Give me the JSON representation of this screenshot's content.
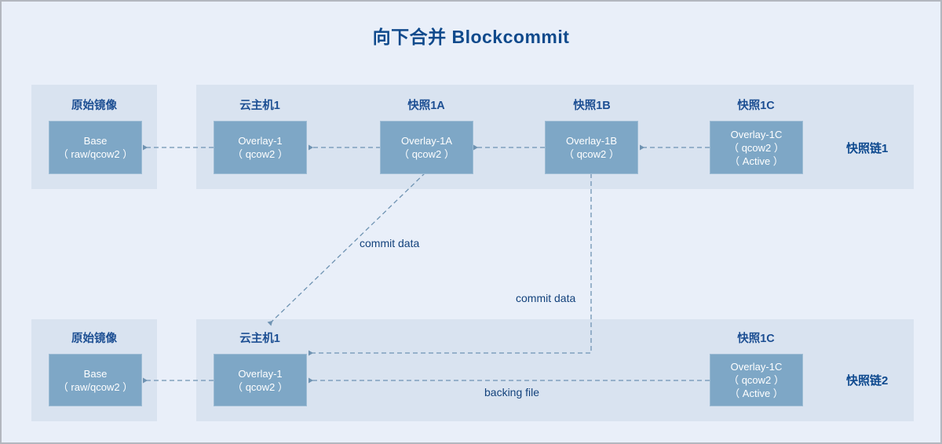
{
  "title": "向下合并 Blockcommit",
  "colors": {
    "page_bg": "#e9eff9",
    "panel_bg": "#d9e3f0",
    "node_fill": "#7ea7c6",
    "node_border": "#9dbcd4",
    "title_color": "#104a8c",
    "caption_color": "#1d4f93",
    "edge_color": "#6f93b2",
    "frame_border": "#b3b7bf"
  },
  "chains": [
    {
      "tag": "快照链1",
      "groups": [
        {
          "caption": "原始镜像",
          "node": {
            "lines": [
              "Base",
              "（ raw/qcow2 ）"
            ]
          }
        },
        {
          "caption": "云主机1",
          "node": {
            "lines": [
              "Overlay-1",
              "（ qcow2 ）"
            ]
          }
        },
        {
          "caption": "快照1A",
          "node": {
            "lines": [
              "Overlay-1A",
              "（ qcow2 ）"
            ]
          }
        },
        {
          "caption": "快照1B",
          "node": {
            "lines": [
              "Overlay-1B",
              "（ qcow2 ）"
            ]
          }
        },
        {
          "caption": "快照1C",
          "node": {
            "lines": [
              "Overlay-1C",
              "（ qcow2 ）",
              "（ Active ）"
            ]
          }
        }
      ]
    },
    {
      "tag": "快照链2",
      "groups": [
        {
          "caption": "原始镜像",
          "node": {
            "lines": [
              "Base",
              "（ raw/qcow2 ）"
            ]
          }
        },
        {
          "caption": "云主机1",
          "node": {
            "lines": [
              "Overlay-1",
              "（ qcow2 ）"
            ]
          }
        },
        {
          "caption": "快照1C",
          "node": {
            "lines": [
              "Overlay-1C",
              "（ qcow2 ）",
              "（ Active ）"
            ]
          }
        }
      ]
    }
  ],
  "edge_labels": {
    "commit_data_diagonal": "commit data",
    "commit_data_vertical": "commit data",
    "backing_file": "backing file"
  }
}
